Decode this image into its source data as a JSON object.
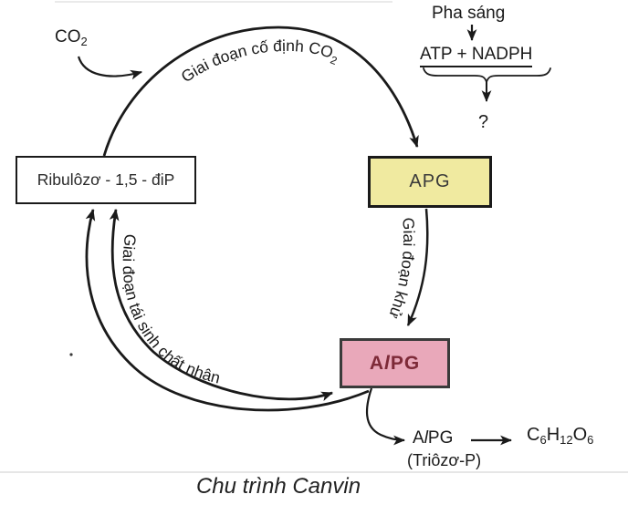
{
  "caption": "Chu trình Canvin",
  "colors": {
    "line": "#1a1a1a",
    "apg_fill": "#f0eaa0",
    "alpg_fill": "#e9a8ba",
    "alpg_text": "#7d2a38",
    "box_border": "#1a1a1a"
  },
  "light_phase": {
    "title": "Pha sáng",
    "products": "ATP + NADPH",
    "unknown": "?"
  },
  "co2": {
    "base": "CO",
    "sub": "2"
  },
  "cycle": {
    "fixation_label_base": "Giai đoạn cố định CO",
    "fixation_label_sub": "2",
    "reduction_label": "Giai đoạn khử",
    "regeneration_label": "Giai đoạn tái sinh chất nhận",
    "ribulose_box": "Ribulôzơ - 1,5 - điP",
    "apg_box": "APG"
  },
  "alpg_parts": {
    "a": "A",
    "l": "l",
    "pg": "PG"
  },
  "export": {
    "triose": "(Triôzơ-P)",
    "glucose": {
      "c": "C",
      "c_sub": "6",
      "h": "H",
      "h_sub": "12",
      "o": "O",
      "o_sub": "6"
    }
  }
}
